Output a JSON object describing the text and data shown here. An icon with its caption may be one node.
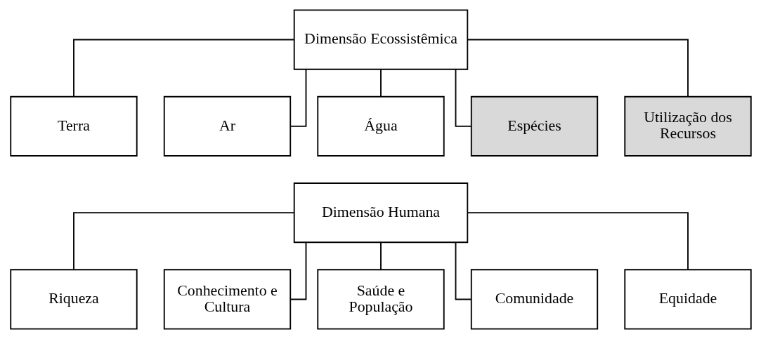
{
  "diagram": {
    "nodes": [
      {
        "text": [
          "Dimensão Ecossistêmica"
        ]
      },
      {
        "text": [
          "Terra"
        ]
      },
      {
        "text": [
          "Ar"
        ]
      },
      {
        "text": [
          "Água"
        ]
      },
      {
        "text": [
          "Espécies"
        ]
      },
      {
        "text": [
          "Utilização dos Recursos"
        ]
      },
      {
        "text": [
          "Dimensão Humana"
        ]
      },
      {
        "text": [
          "Riqueza"
        ]
      },
      {
        "text": [
          "Conhecimento e Cultura"
        ]
      },
      {
        "text": [
          "Saúde e População"
        ]
      },
      {
        "text": [
          "Comunidade"
        ]
      },
      {
        "text": [
          "Equidade"
        ]
      }
    ],
    "edges": [
      {
        "from": 0,
        "to": 1,
        "arrow": "none"
      },
      {
        "from": 0,
        "to": 2,
        "arrow": "none"
      },
      {
        "from": 0,
        "to": 3,
        "arrow": "none"
      },
      {
        "from": 0,
        "to": 4,
        "arrow": "none"
      },
      {
        "from": 0,
        "to": 5,
        "arrow": "none"
      },
      {
        "from": 6,
        "to": 7,
        "arrow": "none"
      },
      {
        "from": 6,
        "to": 8,
        "arrow": "none"
      },
      {
        "from": 6,
        "to": 9,
        "arrow": "none"
      },
      {
        "from": 6,
        "to": 10,
        "arrow": "none"
      },
      {
        "from": 6,
        "to": 11,
        "arrow": "none"
      }
    ]
  }
}
